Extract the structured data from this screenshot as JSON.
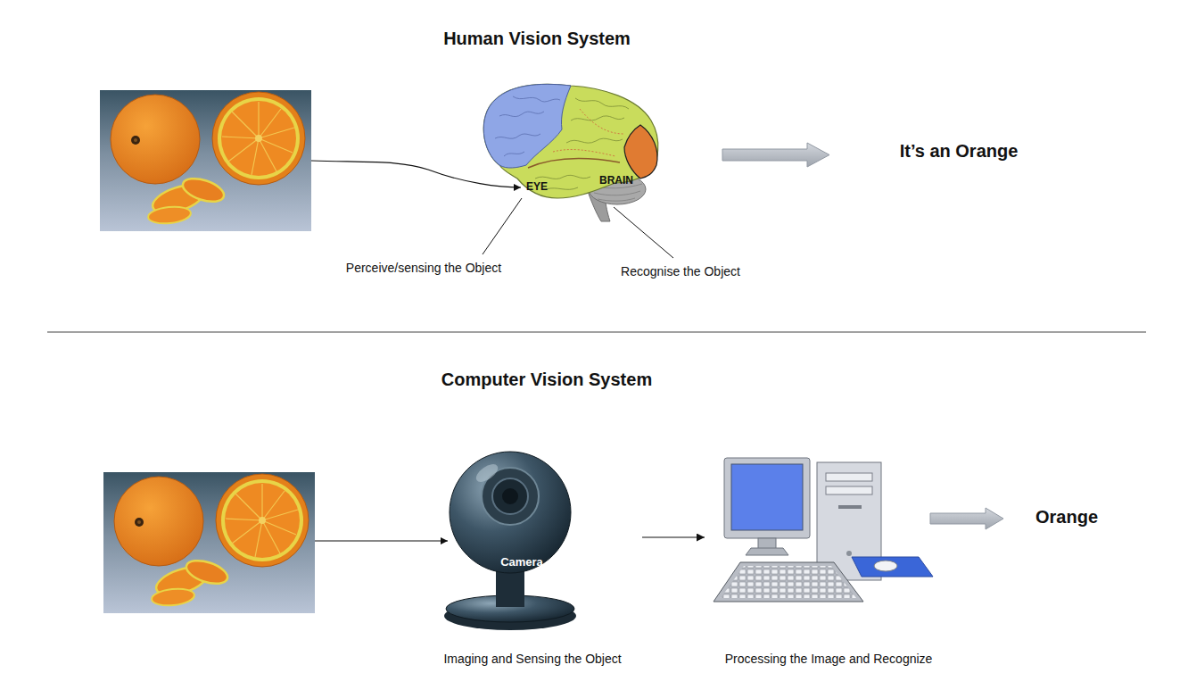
{
  "diagram": {
    "nodes": [
      {
        "text": [
          "EYE",
          "BRAIN"
        ]
      },
      {
        "text": [
          "Camera",
          "Imaging and Sensing the Object"
        ]
      },
      {
        "text": [
          "Processing the Image and Recognize"
        ]
      }
    ],
    "edges": [
      {
        "from": 1,
        "to": 2,
        "arrow": "to"
      }
    ],
    "labels": [
      "Human Vision System",
      "It’s an Orange",
      "Perceive/sensing the Object",
      "Recognise the Object",
      "Computer Vision System",
      "Orange"
    ]
  }
}
